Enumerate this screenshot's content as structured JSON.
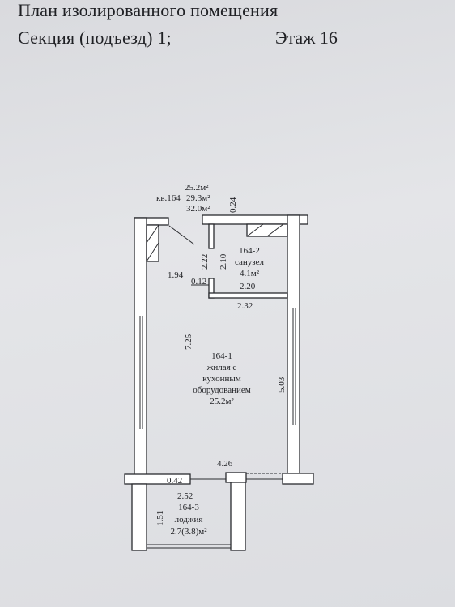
{
  "header": {
    "title": "План изолированного помещения",
    "section": "Секция (подъезд) 1;",
    "floor": "Этаж 16"
  },
  "apartment": {
    "label": "кв.164",
    "area_living": "25.2м²",
    "area_total": "29.3м²",
    "area_full": "32.0м²"
  },
  "rooms": {
    "bathroom": {
      "id": "164-2",
      "name": "санузел",
      "area": "4.1м²"
    },
    "living": {
      "id": "164-1",
      "name_line1": "жилая с",
      "name_line2": "кухонным",
      "name_line3": "оборудованием",
      "area": "25.2м²"
    },
    "loggia": {
      "id": "164-3",
      "name": "лоджия",
      "area": "2.7(3.8)м²"
    }
  },
  "dimensions": {
    "d024": "0.24",
    "d222": "2.22",
    "d210": "2.10",
    "d194": "1.94",
    "d012": "0.12",
    "d220": "2.20",
    "d232": "2.32",
    "d725": "7.25",
    "d503": "5.03",
    "d426": "4.26",
    "d042": "0.42",
    "d252": "2.52",
    "d151": "1.51"
  }
}
